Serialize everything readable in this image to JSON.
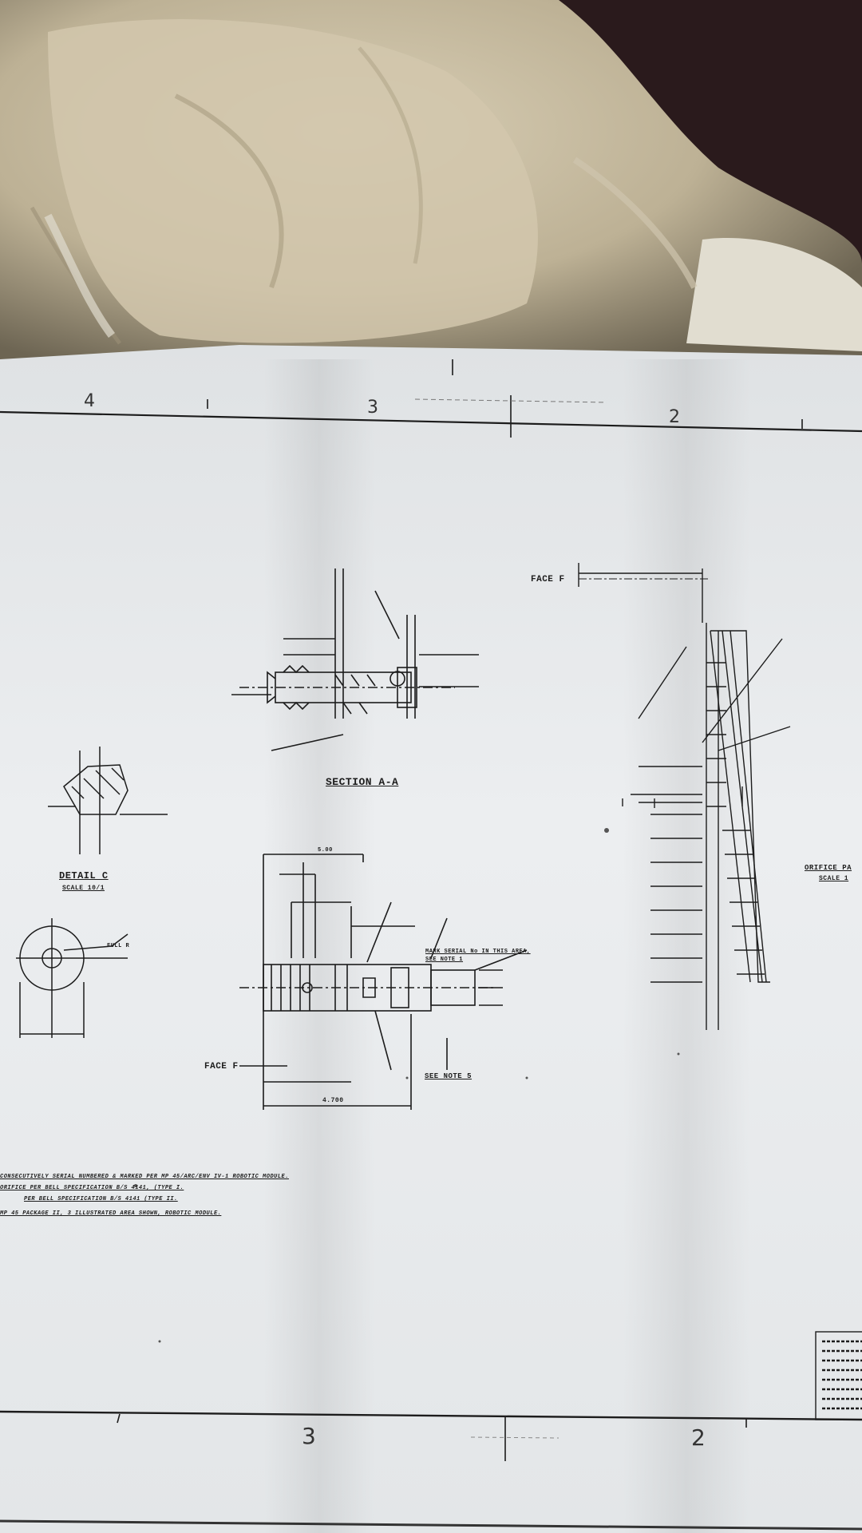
{
  "photo": {
    "subject": "engineering-drawing-on-fabric"
  },
  "zone_numbers": {
    "top": [
      "4",
      "3",
      "2"
    ],
    "bottom": [
      "3",
      "2"
    ]
  },
  "labels": {
    "section_aa": "SECTION A-A",
    "detail_c": "DETAIL C",
    "detail_c_scale": "SCALE 10/1",
    "face_f_top": "FACE F",
    "face_f_bottom": "FACE F",
    "see_note_5": "SEE NOTE 5",
    "orifice": "ORIFICE PA",
    "orifice_scale": "SCALE 1",
    "mark_serial": "MARK SERIAL No IN THIS AREA,",
    "see_note_1": "SEE NOTE 1",
    "full_r": "FULL R",
    "dim_500": "5.00",
    "dim_4700": "4.700"
  },
  "notes": [
    "CONSECUTIVELY SERIAL NUMBERED & MARKED PER MP 45/ARC/ENV IV-1 ROBOTIC MODULE.",
    "ORIFICE PER BELL SPECIFICATION B/S 4141, (TYPE I.",
    "PER BELL SPECIFICATION B/S 4141 (TYPE II.",
    "MP 45 PACKAGE II, 3 ILLUSTRATED AREA SHOWN, ROBOTIC MODULE."
  ],
  "colors": {
    "paper": "#e9ebec",
    "ink": "#1c1c1c",
    "fabric": "#c9bea4",
    "background": "#2a1a1c"
  }
}
